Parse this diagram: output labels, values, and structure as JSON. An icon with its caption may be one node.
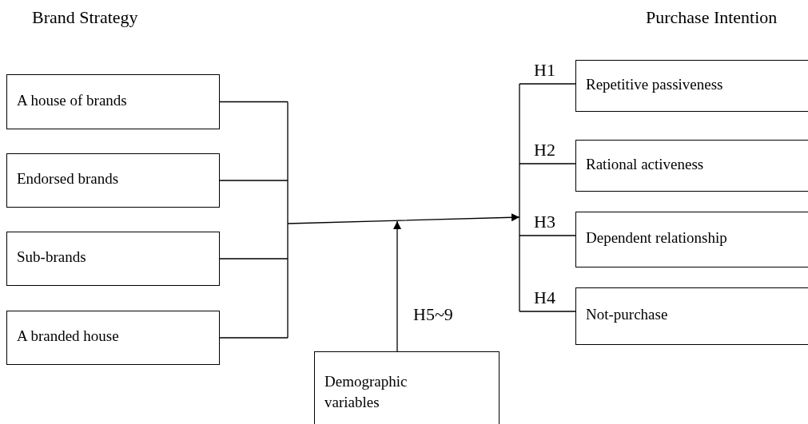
{
  "diagram": {
    "nodes": [
      {
        "text": [
          "A house of brands"
        ]
      },
      {
        "text": [
          "Endorsed brands"
        ]
      },
      {
        "text": [
          "Sub-brands"
        ]
      },
      {
        "text": [
          "A branded house"
        ]
      },
      {
        "text": [
          "Repetitive passiveness"
        ]
      },
      {
        "text": [
          "Rational activeness"
        ]
      },
      {
        "text": [
          "Dependent relationship"
        ]
      },
      {
        "text": [
          "Not-purchase"
        ]
      },
      {
        "text": [
          "Demographic variables"
        ]
      }
    ],
    "edges": [
      {
        "from": 0,
        "to": null,
        "arrow": "to"
      },
      {
        "from": 1,
        "to": null,
        "arrow": "to"
      },
      {
        "from": 2,
        "to": null,
        "arrow": "to"
      },
      {
        "from": 3,
        "to": null,
        "arrow": "to"
      },
      {
        "from": null,
        "to": 4,
        "arrow": "none",
        "label": "H1"
      },
      {
        "from": null,
        "to": 5,
        "arrow": "none",
        "label": "H2"
      },
      {
        "from": null,
        "to": 6,
        "arrow": "none",
        "label": "H3"
      },
      {
        "from": null,
        "to": 7,
        "arrow": "none",
        "label": "H4"
      },
      {
        "from": 8,
        "to": null,
        "arrow": "to",
        "label": "H5~9"
      }
    ],
    "labels": [
      "Brand Strategy",
      "Purchase Intention"
    ]
  }
}
